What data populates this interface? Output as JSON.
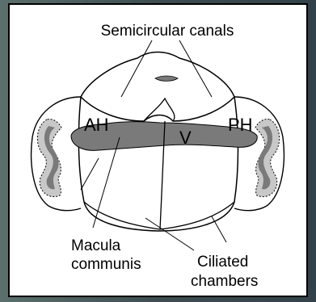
{
  "figure": {
    "labels": {
      "semicircular_canals": "Semicircular canals",
      "ah": "AH",
      "v": "V",
      "ph": "PH",
      "macula_line1": "Macula",
      "macula_line2": "communis",
      "ciliated_line1": "Ciliated",
      "ciliated_line2": "chambers"
    },
    "colors": {
      "outline": "#000000",
      "dark_fill": "#7a7a7a",
      "light_fill": "#c8c8c8",
      "background_left": "#5b6f6c",
      "background_right": "#33424a"
    }
  }
}
